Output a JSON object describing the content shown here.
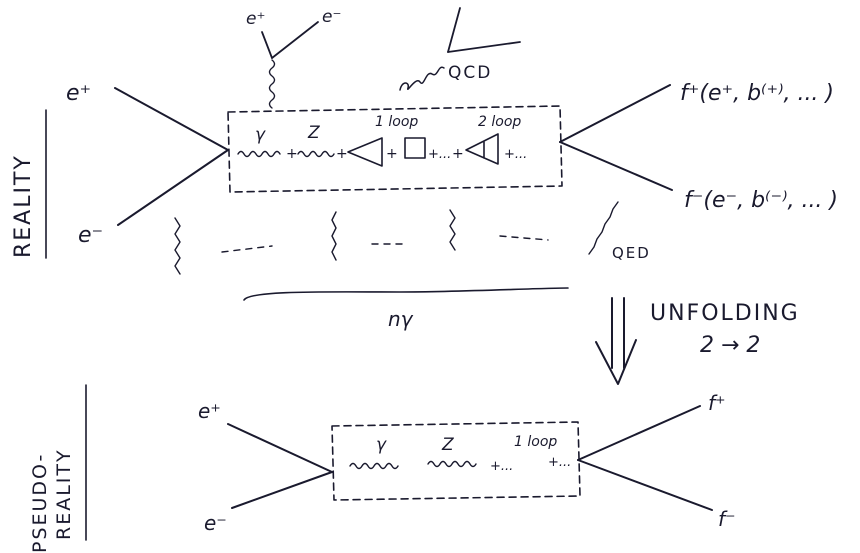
{
  "side_labels": {
    "reality": "REALITY",
    "pseudo_reality_1": "PSEUDO-",
    "pseudo_reality_2": "REALITY"
  },
  "top_diagram": {
    "in_plus": "e⁺",
    "in_minus": "e⁻",
    "out_plus": "f⁺(e⁺, b⁽⁺⁾, ... )",
    "out_minus": "f⁻(e⁻, b⁽⁻⁾, ... )",
    "photon": "γ",
    "z": "Z",
    "one_loop": "1 loop",
    "two_loop": "2 loop",
    "plus": "+",
    "ellipsis": "+...",
    "qcd": "QCD",
    "qed": "QED",
    "pair_plus": "e⁺",
    "pair_minus": "e⁻",
    "n_gamma": "nγ"
  },
  "unfolding": {
    "line1": "UNFOLDING",
    "line2": "2 → 2"
  },
  "bottom_diagram": {
    "in_plus": "e⁺",
    "in_minus": "e⁻",
    "out_plus": "f⁺",
    "out_minus": "f⁻",
    "photon": "γ",
    "z": "Z",
    "one_loop": "1 loop",
    "ellipsis": "+...",
    "ellipsis2": "+..."
  },
  "colors": {
    "ink": "#1a1a2e"
  }
}
